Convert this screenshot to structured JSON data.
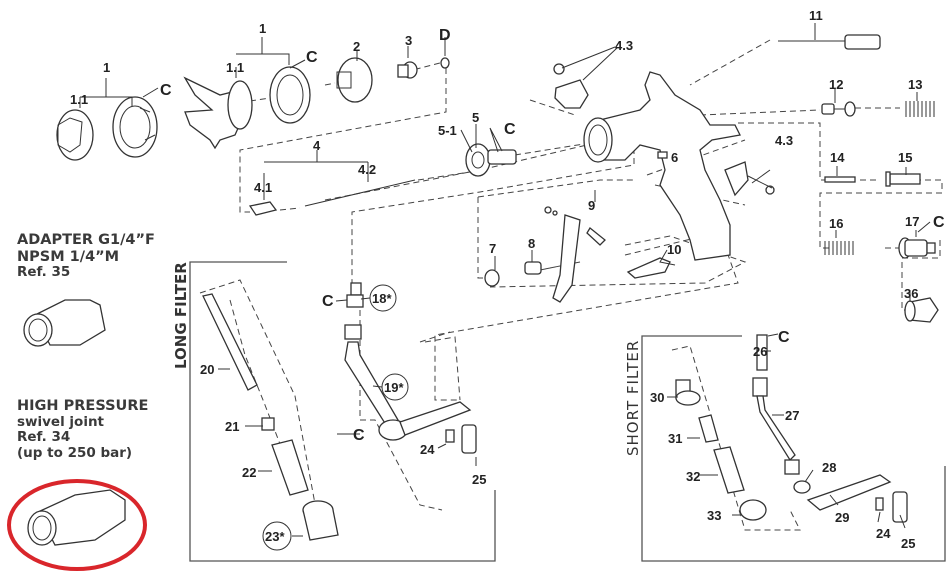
{
  "sidebar": {
    "adapter": {
      "line1": "ADAPTER G1/4”F",
      "line2": "NPSM 1/4”M",
      "ref": "Ref. 35"
    },
    "swivel": {
      "line1": "HIGH PRESSURE",
      "line2": "swivel joint",
      "ref": "Ref. 34",
      "note": "(up to 250 bar)"
    },
    "highlight_color": "#d9262b"
  },
  "sections": {
    "long_filter": "LONG FILTER",
    "short_filter": "SHORT FILTER"
  },
  "labels": {
    "p1a": "1",
    "p11a": "1.1",
    "ca": "C",
    "p1b": "1",
    "p11b": "1.1",
    "cb": "C",
    "p2": "2",
    "p3": "3",
    "d": "D",
    "p4": "4",
    "p41": "4.1",
    "p42": "4.2",
    "p5": "5",
    "p51": "5-1",
    "c5": "C",
    "p43a": "4.3",
    "p43b": "4.3",
    "p6": "6",
    "p7": "7",
    "p8": "8",
    "p9": "9",
    "p10": "10",
    "p11": "11",
    "p12": "12",
    "p13": "13",
    "p14": "14",
    "p15": "15",
    "p16": "16",
    "p17": "17",
    "c17": "C",
    "p36": "36",
    "p18": "18*",
    "c18": "C",
    "p19": "19*",
    "c19": "C",
    "p20": "20",
    "p21": "21",
    "p22": "22",
    "p23": "23*",
    "p24a": "24",
    "p25a": "25",
    "p26": "26",
    "c26": "C",
    "p27": "27",
    "p28": "28",
    "p29": "29",
    "p30": "30",
    "p31": "31",
    "p32": "32",
    "p33": "33",
    "p24b": "24",
    "p25b": "25"
  }
}
